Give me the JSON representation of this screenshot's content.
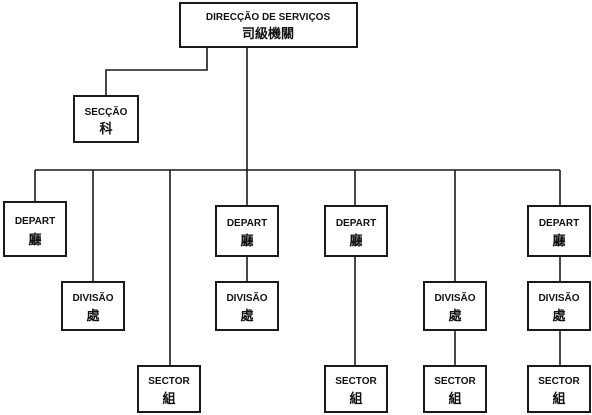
{
  "org_chart": {
    "top": {
      "pt": "DIRECÇÃO DE SERVIÇOS",
      "zh": "司級機關"
    },
    "section": {
      "pt": "SECÇÃO",
      "zh": "科"
    },
    "units": [
      {
        "pt": "DEPART",
        "zh": "廳"
      },
      {
        "pt": "DIVISÃO",
        "zh": "處"
      },
      {
        "pt": "SECTOR",
        "zh": "組"
      },
      {
        "pt": "DEPART",
        "zh": "廳"
      },
      {
        "pt": "DIVISÃO",
        "zh": "處"
      },
      {
        "pt": "DEPART",
        "zh": "廳"
      },
      {
        "pt": "SECTOR",
        "zh": "組"
      },
      {
        "pt": "DIVISÃO",
        "zh": "處"
      },
      {
        "pt": "SECTOR",
        "zh": "組"
      },
      {
        "pt": "DEPART",
        "zh": "廳"
      },
      {
        "pt": "DIVISÃO",
        "zh": "處"
      },
      {
        "pt": "SECTOR",
        "zh": "組"
      }
    ]
  }
}
